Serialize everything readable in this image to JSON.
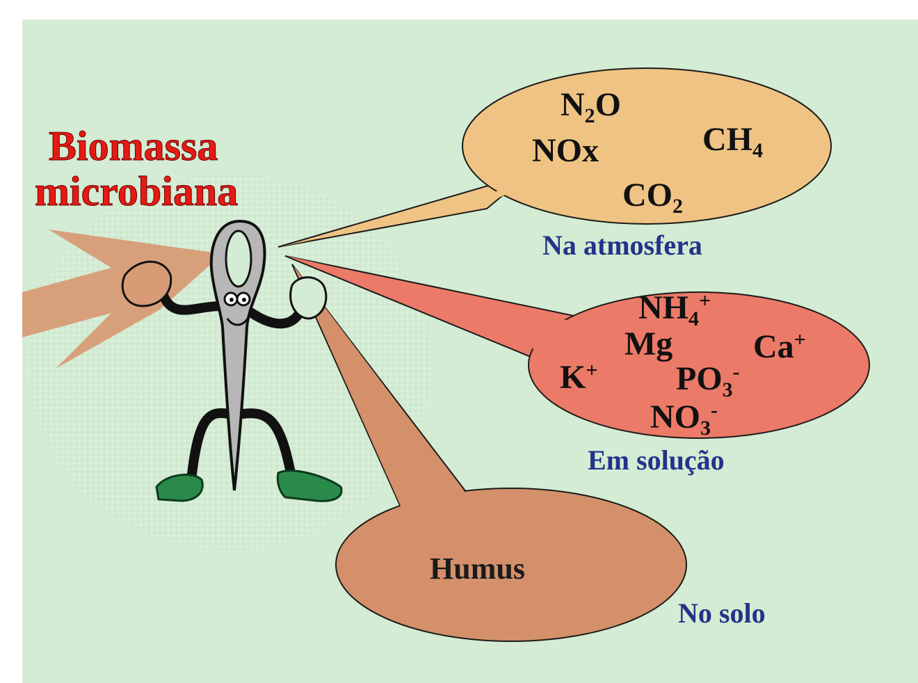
{
  "title": {
    "line1": "Biomassa",
    "line2": "microbiana"
  },
  "atmosphere": {
    "caption": "Na atmosfera",
    "items": {
      "n2o_main": "N",
      "n2o_sub": "2",
      "n2o_tail": "O",
      "nox": "NOx",
      "ch4_main": "CH",
      "ch4_sub": "4",
      "co2_main": "CO",
      "co2_sub": "2"
    }
  },
  "solution": {
    "caption": "Em solução",
    "items": {
      "nh4_main": "NH",
      "nh4_sub": "4",
      "nh4_sup": "+",
      "mg": "Mg",
      "ca_main": "Ca",
      "ca_sup": "+",
      "k_main": "K",
      "k_sup": "+",
      "po3_main": "PO",
      "po3_sub": "3",
      "po3_sup": "-",
      "no3_main": "NO",
      "no3_sub": "3",
      "no3_sup": "-"
    }
  },
  "soil": {
    "caption": "No solo",
    "item": "Humus"
  },
  "colors": {
    "background": "#d3ecd3",
    "title": "#e51a14",
    "caption": "#23338a",
    "atmosphere_bubble": "#efc383",
    "solution_bubble": "#ec7a68",
    "humus_bubble": "#d4906a",
    "spotlight": "#d79c76"
  },
  "icons": {
    "character": "needle-microbe-character-icon"
  }
}
